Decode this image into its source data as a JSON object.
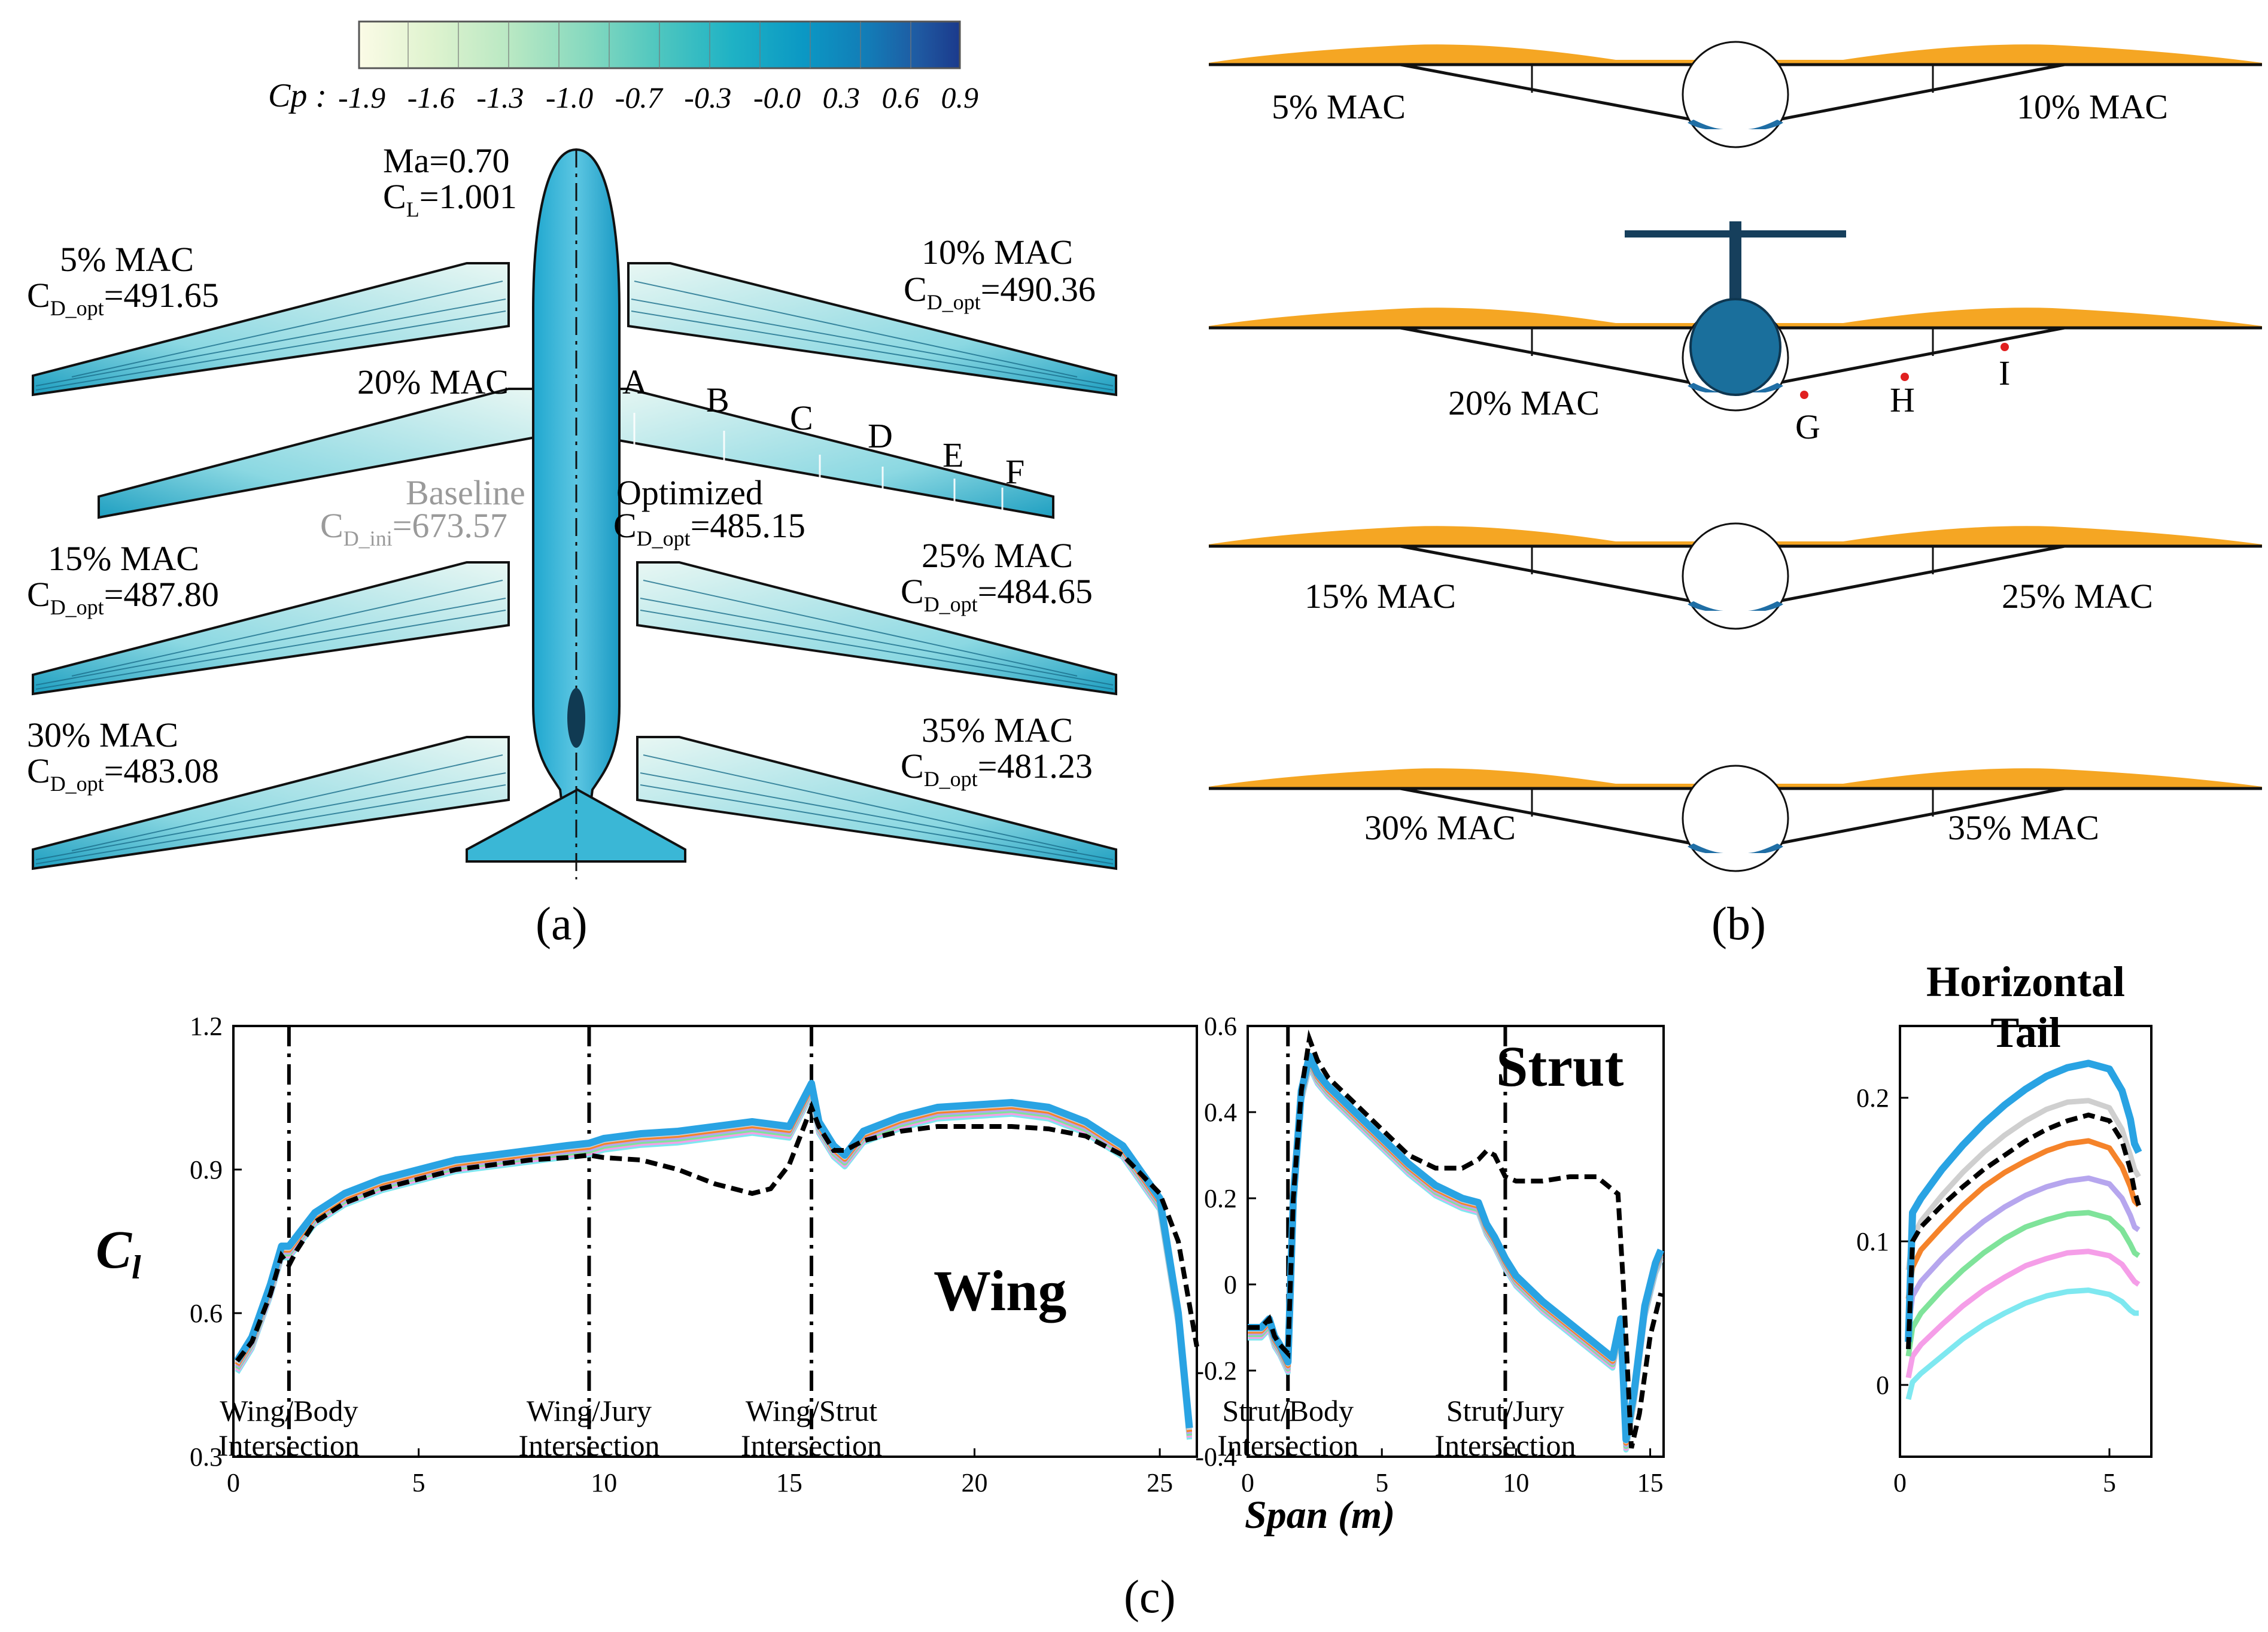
{
  "panel_a": {
    "caption": "(a)",
    "colorbar": {
      "title": "Cp",
      "tick_labels": [
        "-1.9",
        "-1.6",
        "-1.3",
        "-1.0",
        "-0.7",
        "-0.3",
        "-0.0",
        "0.3",
        "0.6",
        "0.9"
      ],
      "colors": [
        "#fbfbe6",
        "#dff3cf",
        "#b9e8c3",
        "#86d9bf",
        "#4ec6bf",
        "#1fb2c5",
        "#0b98c4",
        "#137bb6",
        "#1f5aa2",
        "#1b3a8c"
      ]
    },
    "condition": {
      "ma": "Ma=0.70",
      "cl_prefix": "C",
      "cl_sub": "L",
      "cl_value": "=1.001"
    },
    "cases": [
      {
        "mac": "5% MAC",
        "cd_prefix": "C",
        "cd_sub": "D_opt",
        "cd_value": "=491.65"
      },
      {
        "mac": "10% MAC",
        "cd_prefix": "C",
        "cd_sub": "D_opt",
        "cd_value": "=490.36"
      },
      {
        "mac": "15% MAC",
        "cd_prefix": "C",
        "cd_sub": "D_opt",
        "cd_value": "=487.80"
      },
      {
        "mac": "25% MAC",
        "cd_prefix": "C",
        "cd_sub": "D_opt",
        "cd_value": "=484.65"
      },
      {
        "mac": "30% MAC",
        "cd_prefix": "C",
        "cd_sub": "D_opt",
        "cd_value": "=483.08"
      },
      {
        "mac": "35% MAC",
        "cd_prefix": "C",
        "cd_sub": "D_opt",
        "cd_value": "=481.23"
      }
    ],
    "center_case": {
      "mac": "20% MAC",
      "baseline_label": "Baseline",
      "baseline_cd_prefix": "C",
      "baseline_cd_sub": "D_ini",
      "baseline_cd_value": "=673.57",
      "optimized_label": "Optimized",
      "optimized_cd_prefix": "C",
      "optimized_cd_sub": "D_opt",
      "optimized_cd_value": "=485.15"
    },
    "section_letters": [
      "A",
      "B",
      "C",
      "D",
      "E",
      "F"
    ]
  },
  "panel_b": {
    "caption": "(b)",
    "labels": [
      "5% MAC",
      "10% MAC",
      "20% MAC",
      "15% MAC",
      "25% MAC",
      "30% MAC",
      "35% MAC"
    ],
    "points": [
      "G",
      "H",
      "I"
    ],
    "colors": {
      "shock": "#f5a623",
      "point": "#e02020"
    }
  },
  "panel_c": {
    "caption": "(c)",
    "y_label": "C",
    "y_label_sub": "l",
    "x_label": "Span (m)",
    "colors": {
      "baseline": "#000000",
      "series": [
        "#7ee8f0",
        "#f59ee8",
        "#7fe39a",
        "#b6a6ee",
        "#f5832a",
        "#cfcfcf",
        "#29a3e3"
      ]
    }
  },
  "chart_data": [
    {
      "type": "line",
      "title": "Wing",
      "xlim": [
        0,
        26
      ],
      "ylim": [
        0.3,
        1.2
      ],
      "x_ticks": [
        "0",
        "5",
        "10",
        "15",
        "20",
        "25"
      ],
      "y_ticks": [
        "0.3",
        "0.6",
        "0.9",
        "1.2"
      ],
      "vlines": [
        {
          "x": 1.5,
          "label_1": "Wing/Body",
          "label_2": "Intersection"
        },
        {
          "x": 9.6,
          "label_1": "Wing/Jury",
          "label_2": "Intersection"
        },
        {
          "x": 15.6,
          "label_1": "Wing/Strut",
          "label_2": "Intersection"
        }
      ],
      "baseline": {
        "x": [
          0.1,
          0.5,
          1.0,
          1.3,
          1.5,
          1.7,
          2.2,
          3,
          4,
          5,
          6,
          7,
          8,
          9,
          9.6,
          10,
          11,
          12,
          13,
          14,
          14.5,
          15.0,
          15.4,
          15.6,
          15.8,
          16.2,
          16.5,
          17,
          18,
          19,
          20,
          21,
          22,
          23,
          24,
          25,
          25.5,
          26
        ],
        "y": [
          0.5,
          0.54,
          0.64,
          0.72,
          0.7,
          0.73,
          0.79,
          0.83,
          0.86,
          0.88,
          0.9,
          0.91,
          0.92,
          0.925,
          0.93,
          0.925,
          0.92,
          0.9,
          0.87,
          0.85,
          0.86,
          0.91,
          0.99,
          1.03,
          0.99,
          0.94,
          0.94,
          0.96,
          0.98,
          0.99,
          0.99,
          0.99,
          0.985,
          0.97,
          0.93,
          0.85,
          0.75,
          0.53
        ]
      },
      "optimized_envelope": {
        "x": [
          0.1,
          0.5,
          1.0,
          1.3,
          1.5,
          1.7,
          2.2,
          3,
          4,
          5,
          6,
          7,
          8,
          9,
          9.6,
          10,
          11,
          12,
          13,
          14,
          15,
          15.4,
          15.6,
          15.8,
          16.2,
          16.5,
          17,
          18,
          19,
          20,
          21,
          22,
          23,
          24,
          25,
          25.5,
          25.8
        ],
        "y": [
          0.5,
          0.55,
          0.66,
          0.74,
          0.74,
          0.76,
          0.81,
          0.85,
          0.88,
          0.9,
          0.92,
          0.93,
          0.94,
          0.95,
          0.955,
          0.965,
          0.975,
          0.98,
          0.99,
          1.0,
          0.99,
          1.05,
          1.08,
          1.0,
          0.95,
          0.93,
          0.98,
          1.01,
          1.03,
          1.035,
          1.04,
          1.03,
          1.0,
          0.95,
          0.84,
          0.6,
          0.36
        ]
      }
    },
    {
      "type": "line",
      "title": "Strut",
      "xlim": [
        0,
        15.5
      ],
      "ylim": [
        -0.4,
        0.6
      ],
      "x_ticks": [
        "0",
        "5",
        "10",
        "15"
      ],
      "y_ticks": [
        "-0.4",
        "-0.2",
        "0",
        "0.2",
        "0.4",
        "0.6"
      ],
      "vlines": [
        {
          "x": 1.5,
          "label_1": "Strut/Body",
          "label_2": "Intersection"
        },
        {
          "x": 9.6,
          "label_1": "Strut/Jury",
          "label_2": "Intersection"
        }
      ],
      "baseline": {
        "x": [
          0,
          0.5,
          0.8,
          1.0,
          1.2,
          1.5,
          1.7,
          2.0,
          2.3,
          2.6,
          3,
          4,
          5,
          6,
          7,
          8,
          8.6,
          8.9,
          9.2,
          9.6,
          10,
          11,
          12,
          13,
          13.8,
          14.0,
          14.3,
          14.6,
          15.0,
          15.4
        ],
        "y": [
          -0.1,
          -0.1,
          -0.08,
          -0.12,
          -0.14,
          -0.16,
          0.2,
          0.45,
          0.57,
          0.52,
          0.48,
          0.42,
          0.36,
          0.3,
          0.27,
          0.27,
          0.29,
          0.31,
          0.3,
          0.25,
          0.24,
          0.24,
          0.25,
          0.25,
          0.21,
          0.0,
          -0.38,
          -0.3,
          -0.12,
          -0.02
        ]
      },
      "optimized_envelope": {
        "x": [
          0,
          0.5,
          0.8,
          1.0,
          1.2,
          1.5,
          1.7,
          2.0,
          2.3,
          2.6,
          3,
          4,
          5,
          6,
          7,
          8,
          8.6,
          8.9,
          9.2,
          9.6,
          10,
          11,
          12,
          13,
          13.6,
          13.9,
          14.1,
          14.4,
          14.8,
          15.2,
          15.4
        ],
        "y": [
          -0.1,
          -0.1,
          -0.08,
          -0.12,
          -0.14,
          -0.18,
          0.2,
          0.45,
          0.53,
          0.49,
          0.46,
          0.4,
          0.34,
          0.28,
          0.23,
          0.2,
          0.19,
          0.14,
          0.11,
          0.06,
          0.02,
          -0.04,
          -0.09,
          -0.14,
          -0.17,
          -0.08,
          -0.36,
          -0.25,
          -0.05,
          0.05,
          0.08
        ]
      }
    },
    {
      "type": "line",
      "title": "Horizontal Tail",
      "xlim": [
        0,
        6
      ],
      "ylim": [
        -0.05,
        0.25
      ],
      "x_ticks": [
        "0",
        "5"
      ],
      "y_ticks": [
        "0",
        "0.1",
        "0.2"
      ],
      "x": [
        0.2,
        0.3,
        0.5,
        1,
        1.5,
        2,
        2.5,
        3,
        3.5,
        4,
        4.5,
        5,
        5.3,
        5.5,
        5.6,
        5.7
      ],
      "baseline": [
        0.025,
        0.1,
        0.11,
        0.125,
        0.138,
        0.15,
        0.16,
        0.17,
        0.178,
        0.184,
        0.188,
        0.184,
        0.17,
        0.15,
        0.135,
        0.125
      ],
      "series": [
        {
          "values": [
            -0.01,
            0.002,
            0.008,
            0.02,
            0.032,
            0.042,
            0.05,
            0.057,
            0.062,
            0.065,
            0.066,
            0.063,
            0.058,
            0.052,
            0.05,
            0.05
          ]
        },
        {
          "values": [
            0.005,
            0.02,
            0.028,
            0.042,
            0.055,
            0.066,
            0.075,
            0.083,
            0.088,
            0.092,
            0.093,
            0.09,
            0.084,
            0.076,
            0.072,
            0.07
          ]
        },
        {
          "values": [
            0.02,
            0.04,
            0.05,
            0.066,
            0.08,
            0.092,
            0.102,
            0.11,
            0.115,
            0.119,
            0.12,
            0.116,
            0.108,
            0.098,
            0.092,
            0.09
          ]
        },
        {
          "values": [
            0.04,
            0.062,
            0.072,
            0.088,
            0.102,
            0.114,
            0.124,
            0.132,
            0.138,
            0.142,
            0.144,
            0.14,
            0.13,
            0.118,
            0.11,
            0.108
          ]
        },
        {
          "values": [
            0.06,
            0.082,
            0.094,
            0.11,
            0.125,
            0.138,
            0.148,
            0.156,
            0.163,
            0.168,
            0.17,
            0.165,
            0.152,
            0.138,
            0.128,
            0.125
          ]
        },
        {
          "values": [
            0.08,
            0.102,
            0.114,
            0.132,
            0.148,
            0.162,
            0.174,
            0.184,
            0.192,
            0.197,
            0.198,
            0.193,
            0.178,
            0.16,
            0.15,
            0.145
          ]
        },
        {
          "values": [
            0.03,
            0.12,
            0.13,
            0.15,
            0.167,
            0.182,
            0.195,
            0.206,
            0.215,
            0.221,
            0.224,
            0.22,
            0.205,
            0.185,
            0.168,
            0.162
          ]
        }
      ]
    }
  ]
}
